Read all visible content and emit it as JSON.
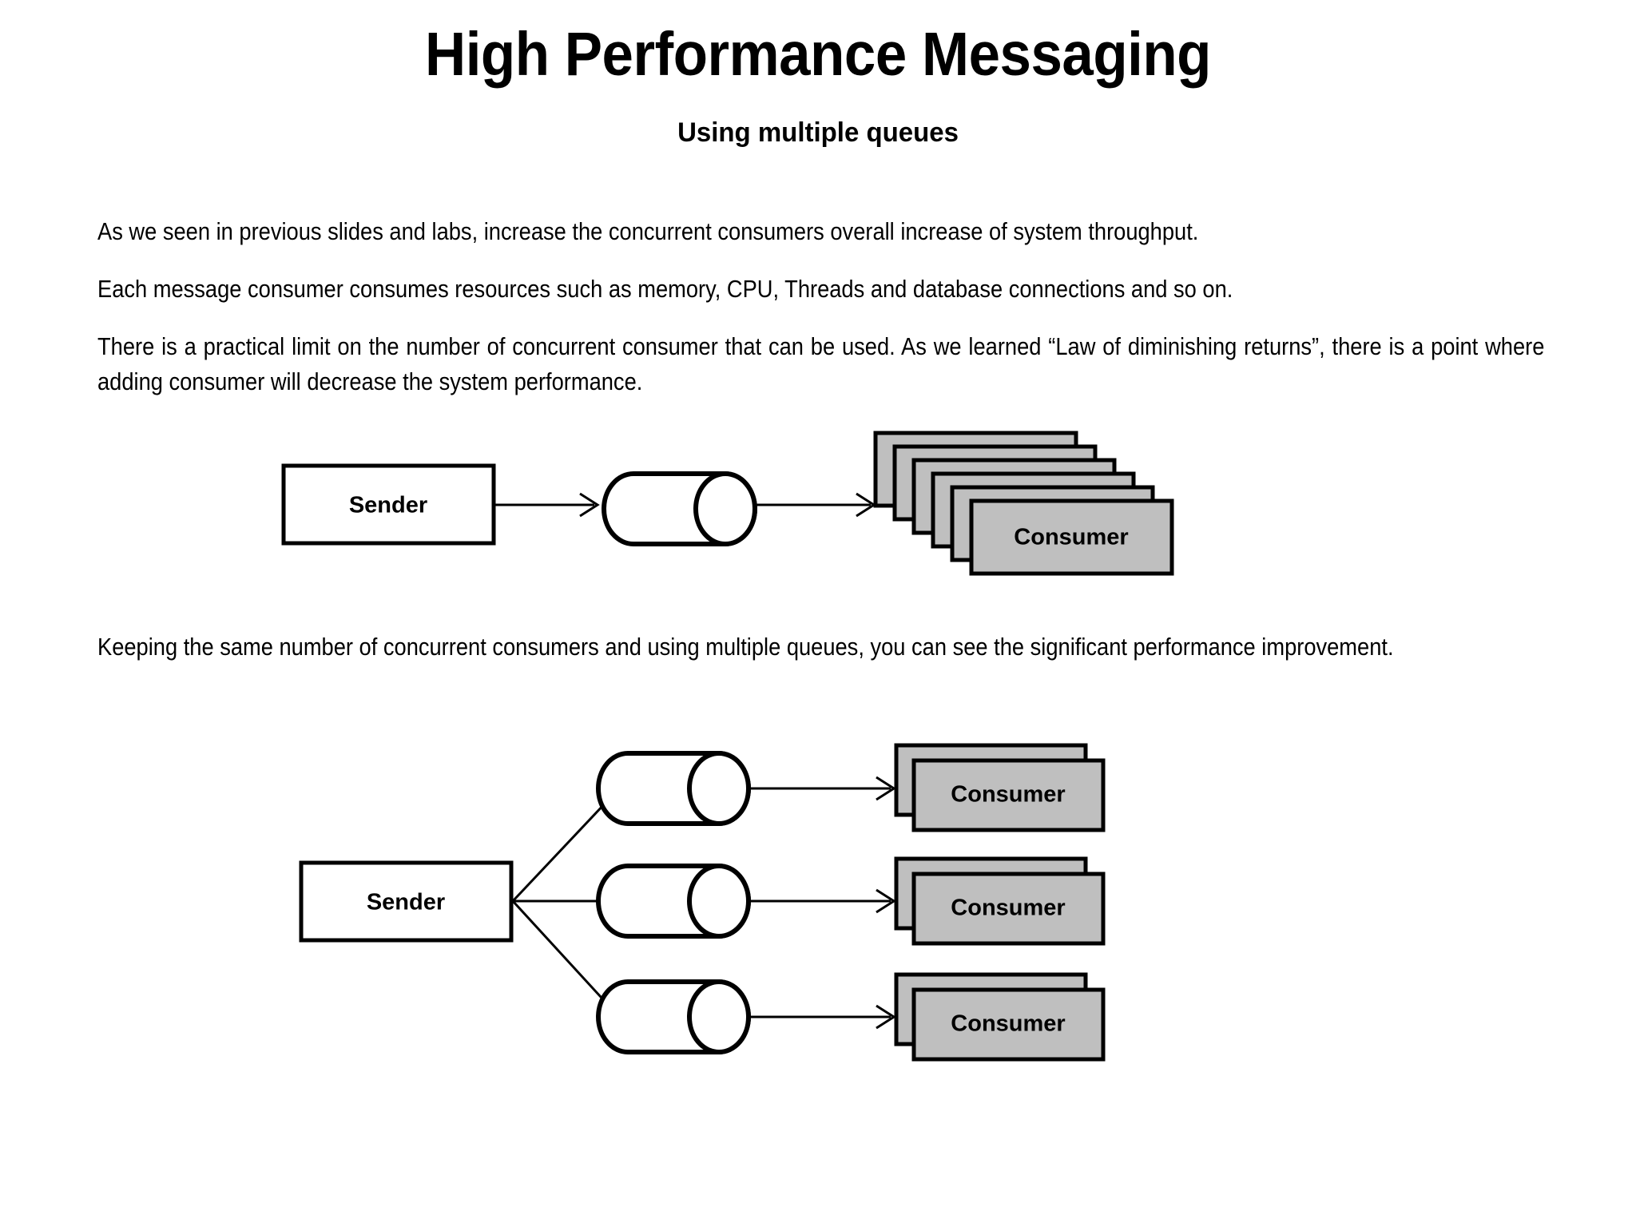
{
  "slide": {
    "title": "High Performance Messaging",
    "subtitle": "Using multiple queues"
  },
  "paragraphs": [
    {
      "id": "p1",
      "text": "As we seen in previous slides and labs, increase the concurrent consumers overall increase of system throughput."
    },
    {
      "id": "p2",
      "text": "Each message consumer consumes resources such as memory, CPU, Threads and database connections and so on."
    },
    {
      "id": "p3",
      "text": "There is a practical limit on the number of concurrent consumer that can be used. As we learned “Law of diminishing returns”, there is a point where adding consumer will decrease the system performance."
    },
    {
      "id": "p4",
      "text": "Keeping the same number of concurrent consumers and using multiple queues, you can see the significant performance improvement."
    }
  ],
  "diagram_single_queue": {
    "name": "single-queue-diagram",
    "sender_label": "Sender",
    "queue_label": "",
    "consumer_label": "Consumer",
    "consumer_stack_count": 6,
    "queue_count": 1
  },
  "diagram_multi_queue": {
    "name": "multi-queue-diagram",
    "sender_label": "Sender",
    "rows": [
      {
        "queue_label": "",
        "consumer_label": "Consumer",
        "consumer_stack_count": 2
      },
      {
        "queue_label": "",
        "consumer_label": "Consumer",
        "consumer_stack_count": 2
      },
      {
        "queue_label": "",
        "consumer_label": "Consumer",
        "consumer_stack_count": 2
      }
    ],
    "queue_count": 3
  },
  "colors": {
    "background": "#ffffff",
    "text": "#000000",
    "consumer_fill": "#bfbfbf",
    "sender_fill": "#ffffff",
    "queue_fill": "#ffffff",
    "stroke": "#000000"
  }
}
